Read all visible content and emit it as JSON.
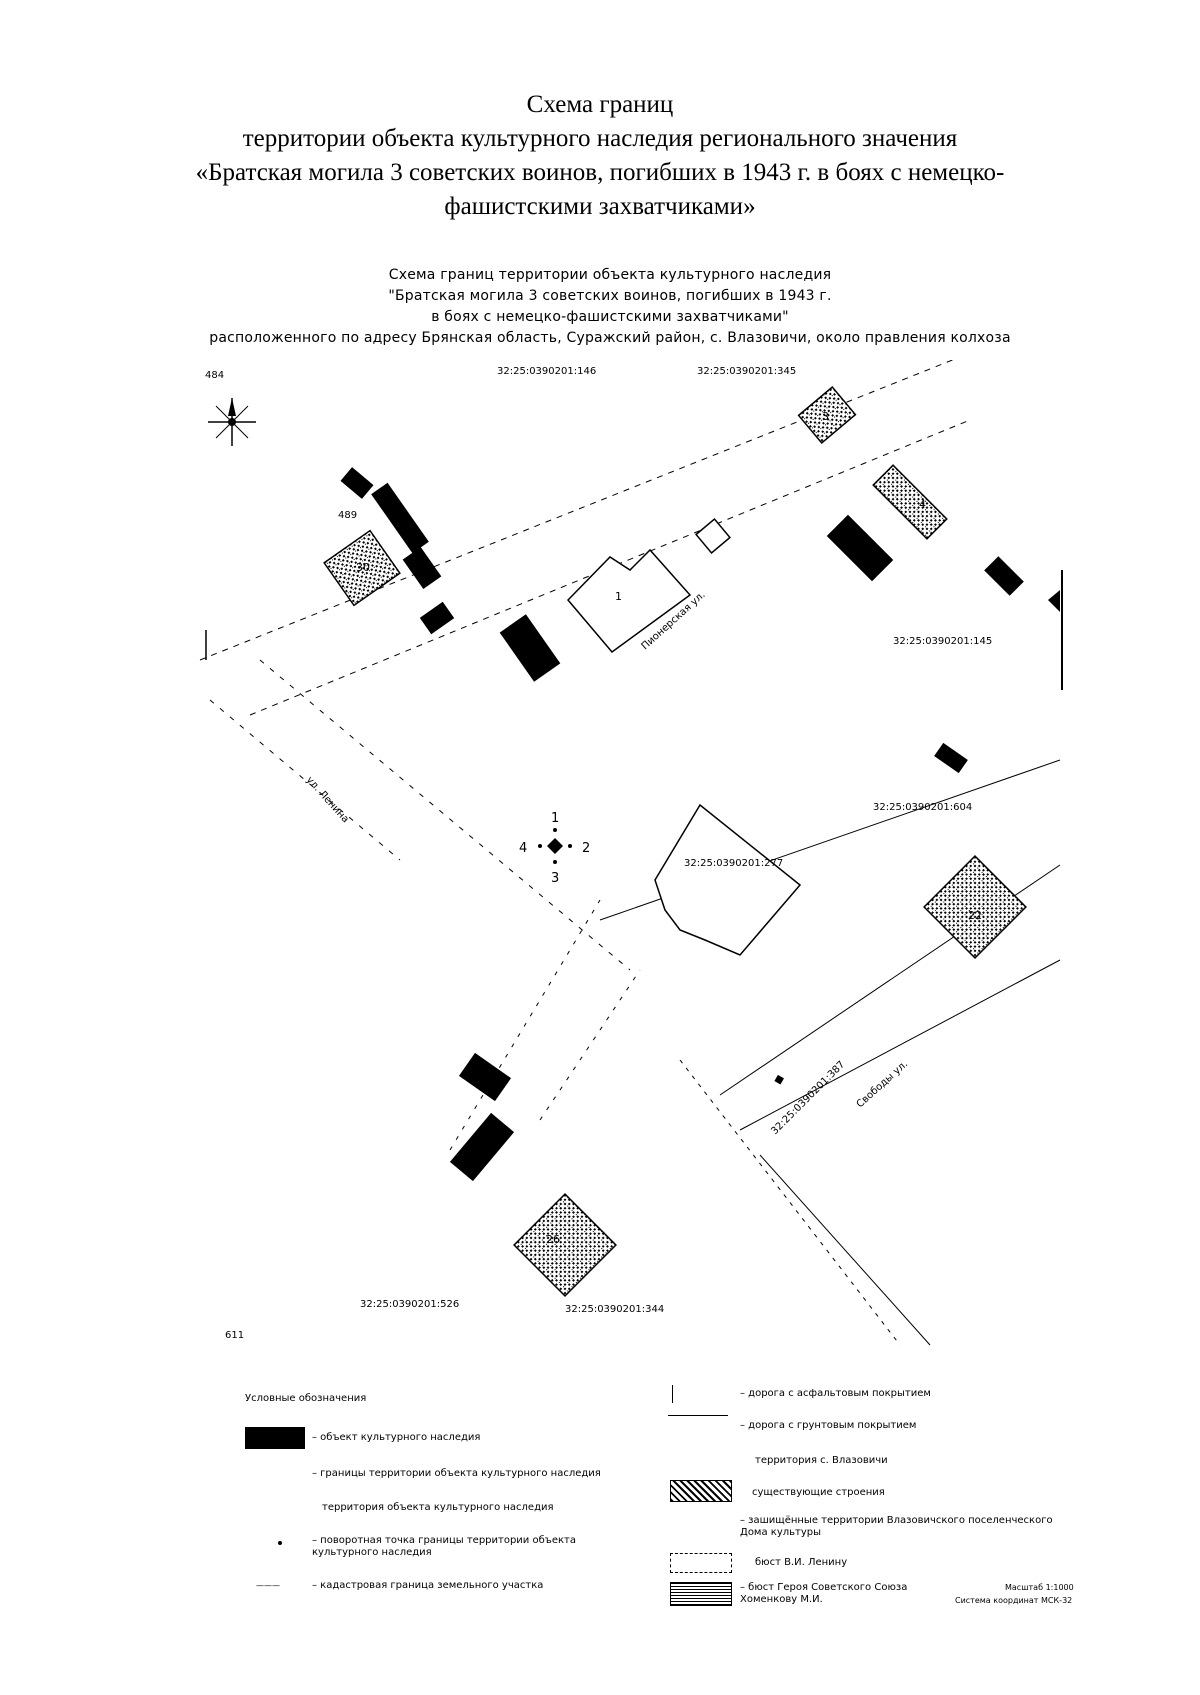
{
  "title": {
    "line1": "Схема границ",
    "line2": "территории объекта культурного наследия регионального значения",
    "line3": "«Братская могила 3 советских воинов, погибших в 1943 г. в боях с немецко-",
    "line4": "фашистскими захватчиками»"
  },
  "subtitle": {
    "line1": "Схема границ территории объекта культурного наследия",
    "line2": "\"Братская могила 3 советских воинов, погибших в 1943 г.",
    "line3": "в боях с немецко-фашистскими захватчиками\"",
    "line4": "расположенного по адресу Брянская область, Суражский район, с. Влазовичи, около правления колхоза"
  },
  "map": {
    "parcels": {
      "p146": "32:25:0390201:146",
      "p345": "32:25:0390201:345",
      "p145": "32:25:0390201:145",
      "p604": "32:25:0390201:604",
      "p277": "32:25:0390201:277",
      "p387": "32:25:0390201:387",
      "p526": "32:25:0390201:526",
      "p344": "32:25:0390201:344"
    },
    "streets": {
      "pionerskaya": "Пионерская ул.",
      "lenina": "ул. Ленина",
      "svobody": "Свободы ул."
    },
    "house_numbers": {
      "h30": "30",
      "h1": "1",
      "h3": "3",
      "h4": "4",
      "h22": "22",
      "h26": "26"
    },
    "points": {
      "p1": "1",
      "p2": "2",
      "p3": "3",
      "p4": "4"
    },
    "edge_labels": {
      "top_left": "484",
      "left_mid": "489",
      "bottom_left": "611"
    }
  },
  "legend": {
    "title": "Условные обозначения",
    "items": {
      "heritage_object": "– объект культурного наследия",
      "territory_boundary": "– границы территории объекта культурного наследия",
      "territory": "территория объекта культурного наследия",
      "turning_point": "– поворотная точка границы территории объекта культурного наследия",
      "cadastral": "– кадастровая граница земельного участка",
      "asphalt_road": "– дорога с асфальтовым покрытием",
      "dirt_road": "– дорога с грунтовым покрытием",
      "settlement": "территория с. Влазовичи",
      "buildings": "существующие строения",
      "culture_house": "– зашищённые территории Влазовичского поселенческого Дома культуры",
      "lenin_bust": "бюст В.И. Ленину",
      "hero_bust": "– бюст Героя Советского Союза Хоменкову М.И."
    },
    "cadastral_sample": "———",
    "footer_scale": "Масштаб 1:1000",
    "footer_system": "Система координат МСК-32"
  },
  "colors": {
    "ink": "#000000",
    "paper": "#ffffff"
  }
}
